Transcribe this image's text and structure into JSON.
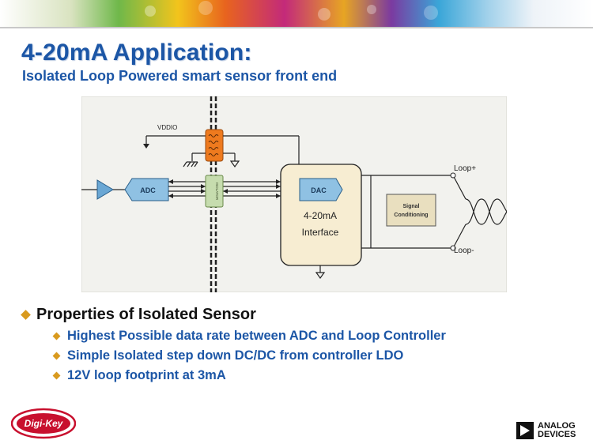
{
  "header": {
    "title": "4-20mA Application:",
    "subtitle": "Isolated Loop Powered smart sensor front end"
  },
  "diagram": {
    "vdd_label": "VDDIO",
    "adc_label": "ADC",
    "isolator_label": "ISOLATOR",
    "dac_label": "DAC",
    "interface_label_line1": "4-20mA",
    "interface_label_line2": "Interface",
    "signal_label_line1": "Signal",
    "signal_label_line2": "Conditioning",
    "loop_plus": "Loop+",
    "loop_minus": "Loop-"
  },
  "bullets": {
    "main": "Properties of Isolated Sensor",
    "items": [
      "Highest Possible data rate between ADC and Loop Controller",
      "Simple Isolated step down DC/DC from controller LDO",
      "12V loop footprint at 3mA"
    ]
  },
  "footer": {
    "left_logo_text": "Digi-Key",
    "right_logo_line1": "ANALOG",
    "right_logo_line2": "DEVICES"
  },
  "colors": {
    "title_blue": "#1c56a6",
    "bullet_gold": "#d99a1e",
    "adc_fill": "#8fc1e3",
    "isolator_fill": "#c6dcae",
    "transformer_fill": "#ee7a1e",
    "interface_fill": "#f7edd2",
    "signal_fill": "#e9dfbf"
  }
}
